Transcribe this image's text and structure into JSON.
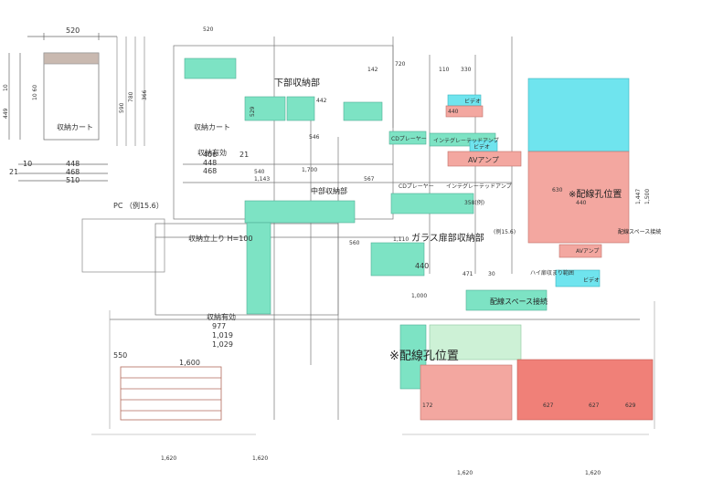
{
  "colors": {
    "teal": "#7de3c4",
    "cyan": "#6fe4ee",
    "salmon": "#f3a7a0",
    "red": "#f08078",
    "pale_green": "#cdf1d6",
    "brown_line": "#b36a5b",
    "ink": "#555555"
  },
  "labels": {
    "title_lower": "下部収納部",
    "title_middle": "中部収納部",
    "title_glass": "ガラス扉部収納部",
    "wiring_hole_right": "※配線孔位置",
    "wiring_hole_center": "※配線孔位置",
    "wiring_space": "配線スペース接続",
    "wiring_space_right": "配線スペース接続",
    "storage_cart": "収納カート",
    "storage_cart_2": "収納カート",
    "pc": "PC （例15.6）",
    "storage_rise": "収納立上り H=100",
    "effective_storage": "収納有効",
    "effective_storage_2": "収納有効",
    "av_amp": "AVアンプ",
    "av_amp_2": "AVアンプ",
    "cd_player": "CDプレーヤー",
    "cd_player_2": "CDプレーヤー",
    "integrated_amp": "インテグレーテッドアンプ",
    "integrated_amp_2": "インテグレーテッドアンプ",
    "video": "ビデオ",
    "video_2": "ビデオ",
    "video_3": "ビデオ",
    "example_156": "(例15.6)",
    "glass_door_range": "ハイ扉収まり範囲"
  },
  "dimensions": {
    "d520a": "520",
    "d520b": "520",
    "d510": "510",
    "d448a": "448",
    "d448b": "448",
    "d468a": "468",
    "d468b": "468",
    "d406": "406",
    "d21a": "21",
    "d21b": "21",
    "d10a": "10",
    "d10b": "10",
    "d449": "449",
    "d1060": "10 60",
    "d780": "780",
    "d366": "366",
    "d590": "590",
    "d529": "529",
    "d546": "546",
    "d567": "567",
    "d540": "540",
    "d1143": "1,143",
    "d1700": "1,700",
    "d977": "977",
    "d1019": "1,019",
    "d1029": "1,029",
    "d1600": "1,600",
    "d550": "550",
    "d560": "560",
    "d440a": "440",
    "d440b": "440",
    "d440c": "440",
    "d358": "358(例)",
    "d1620a": "1,620",
    "d1620b": "1,620",
    "d1620c": "1,620",
    "d1620d": "1,620",
    "d627a": "627",
    "d627b": "627",
    "d629": "629",
    "d172": "172",
    "d471": "471",
    "d30": "30",
    "d1447": "1,447",
    "d1500": "1,500",
    "d630": "630",
    "d1110": "1,110",
    "d1000": "1,000",
    "d442": "442",
    "d720": "720",
    "d142": "142",
    "d110": "110",
    "d330": "330"
  }
}
